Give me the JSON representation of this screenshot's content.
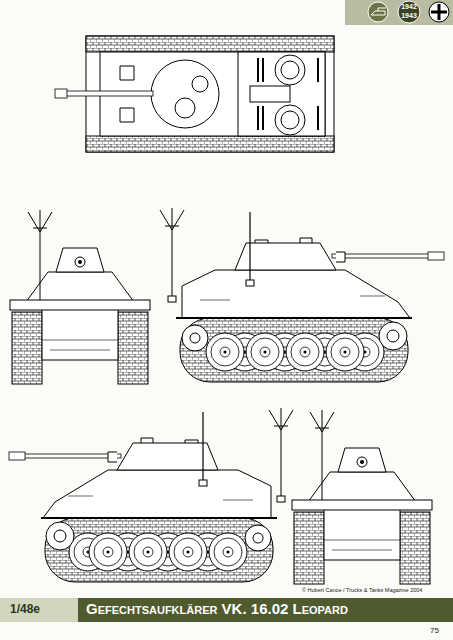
{
  "diagram": {
    "title": "Gefechtsaufklärer VK. 16.02 Leopard",
    "labels": [
      "1942",
      "1943",
      "© Hubert Cance / Trucks & Tanks Magazine 2004",
      "1/48e",
      "75"
    ]
  }
}
